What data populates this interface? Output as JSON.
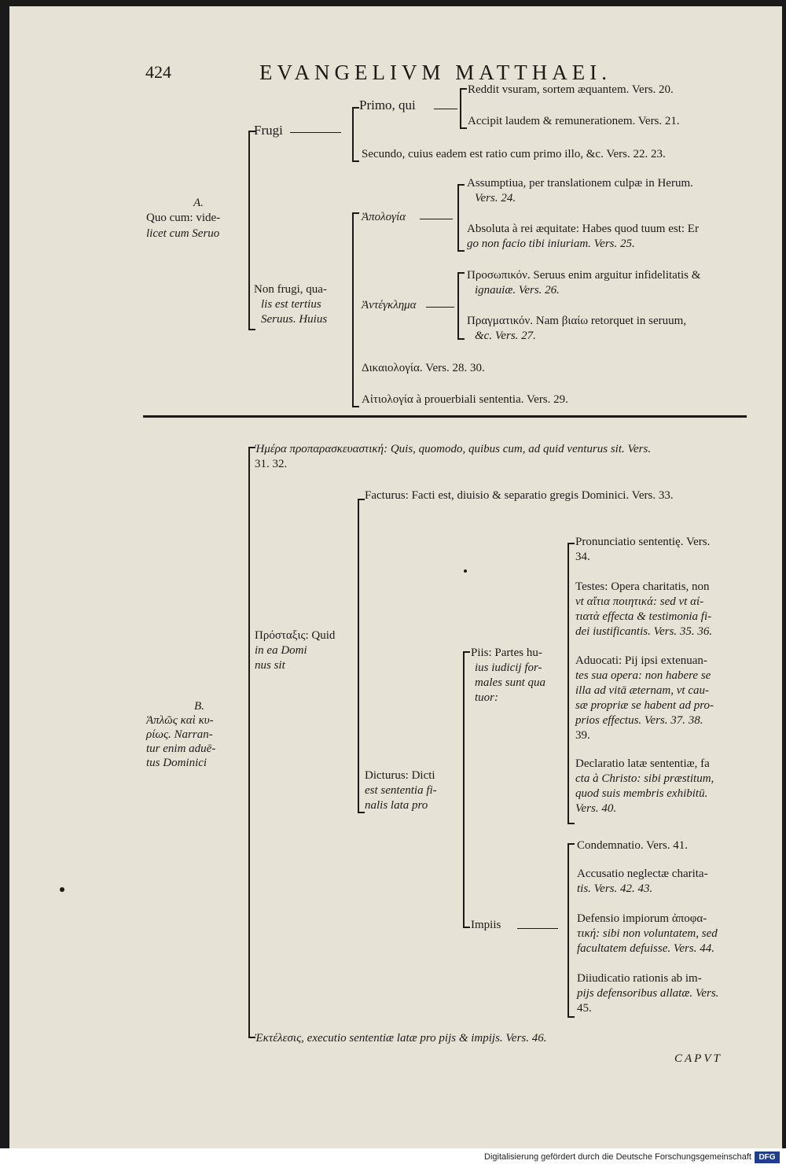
{
  "header": {
    "page_number": "424",
    "title": "EVANGELIVM MATTHAEI."
  },
  "section_a": {
    "label_letter": "A.",
    "label_lines": [
      "Quo cum: vide-",
      "licet cum Seruo"
    ],
    "frugi": {
      "label": "Frugi",
      "primo_label": "Primo, qui",
      "primo_items": [
        "Reddit vsuram, sortem æquantem. Vers. 20.",
        "Accipit laudem & remunerationem. Vers. 21."
      ],
      "secundo": "Secundo, cuius eadem est ratio cum primo illo, &c. Vers. 22. 23."
    },
    "non_frugi": {
      "label_lines": [
        "Non frugi, qua-",
        "lis est tertius",
        "Seruus. Huius"
      ],
      "apologia_label": "Ἀπολογία",
      "apologia_items": [
        [
          "Assumptiua, per translationem culpæ in Herum.",
          "Vers. 24."
        ],
        [
          "Absoluta à rei æquitate: Habes quod tuum est: Er",
          "go non facio tibi iniuriam. Vers. 25."
        ]
      ],
      "antenklema_label": "Ἀντέγκλημα",
      "antenklema_items": [
        [
          "Προσωπικόν. Seruus enim arguitur infidelitatis &",
          "ignauiæ. Vers. 26."
        ],
        [
          "Πραγματικόν. Nam βιαίω retorquet in seruum,",
          "&c. Vers. 27."
        ]
      ],
      "dikaiologia": "Δικαιολογία. Vers. 28. 30.",
      "aitiologia": "Αἰτιολογία à prouerbiali sententia. Vers. 29."
    }
  },
  "section_b": {
    "label_letter": "B.",
    "label_lines": [
      "Ἁπλῶς καὶ κυ-",
      "ρίως. Narran-",
      "tur enim aduē-",
      "tus Dominici"
    ],
    "hemera_lines": [
      "Ἡμέρα προπαρασκευαστική: Quis, quomodo, quibus cum, ad quid venturus sit. Vers.",
      "31. 32."
    ],
    "prostaxis_lines": [
      "Πρόσταξις: Quid",
      "in ea Domi",
      "nus sit"
    ],
    "facturus": "Facturus: Facti est, diuisio & separatio gregis Dominici. Vers. 33.",
    "dicturus_lines": [
      "Dicturus: Dicti",
      "est sententia fi-",
      "nalis lata pro"
    ],
    "piis": {
      "label_lines": [
        "Piis: Partes hu-",
        "ius iudicij for-",
        "males sunt qua",
        "tuor:"
      ],
      "items": [
        [
          "Pronunciatio sententię. Vers.",
          "34."
        ],
        [
          "Testes: Opera charitatis, non",
          "vt αἴτια ποιητικά: sed vt αἰ-",
          "τιατὰ effecta & testimonia fi-",
          "dei iustificantis. Vers. 35. 36."
        ],
        [
          "Aduocati: Pij ipsi extenuan-",
          "tes sua opera: non habere se",
          "illa ad vitā æternam, vt cau-",
          "sæ propriæ se habent ad pro-",
          "prios effectus. Vers. 37. 38.",
          "39."
        ],
        [
          "Declaratio latæ sententiæ, fa",
          "cta à Christo: sibi præstitum,",
          "quod suis membris exhibitū.",
          "Vers. 40."
        ]
      ]
    },
    "impiis": {
      "label": "Impiis",
      "items": [
        [
          "Condemnatio. Vers. 41."
        ],
        [
          "Accusatio neglectæ charita-",
          "tis. Vers. 42. 43."
        ],
        [
          "Defensio impiorum ἀποφα-",
          "τική: sibi non voluntatem, sed",
          "facultatem defuisse. Vers. 44."
        ],
        [
          "Diiudicatio rationis ab im-",
          "pijs defensoribus allatæ. Vers.",
          "45."
        ]
      ]
    },
    "execution": "Ἐκτέλεσις, executio sententiæ latæ pro pijs & impijs. Vers. 46."
  },
  "catchword": "CAPVT",
  "footer": {
    "text": "Digitalisierung gefördert durch die Deutsche Forschungsgemeinschaft",
    "logo": "DFG"
  }
}
